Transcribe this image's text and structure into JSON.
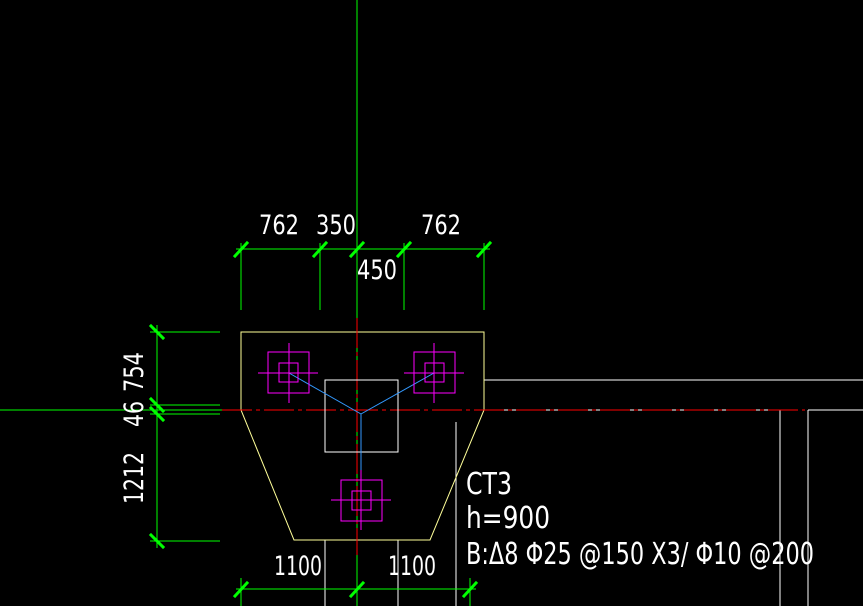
{
  "colors": {
    "background": "#000000",
    "axis": "#00ff00",
    "dimension": "#00ff00",
    "tick": "#00ff00",
    "outline": "#ffff99",
    "column": "#ffffff",
    "pile": "#ff00ff",
    "center_mark": "#ff0000",
    "tie_line": "#3399ff",
    "wall": "#ffffff",
    "text": "#ffffff"
  },
  "dimensions": {
    "top": [
      "762",
      "350",
      "450",
      "762"
    ],
    "left": [
      "754",
      "46",
      "1212"
    ],
    "bottom": [
      "1100",
      "1100"
    ]
  },
  "cap_label": {
    "name": "CT3",
    "height": "h=900",
    "rebar": "B:Δ8 Φ25 @150 X3/ Φ10 @200"
  }
}
